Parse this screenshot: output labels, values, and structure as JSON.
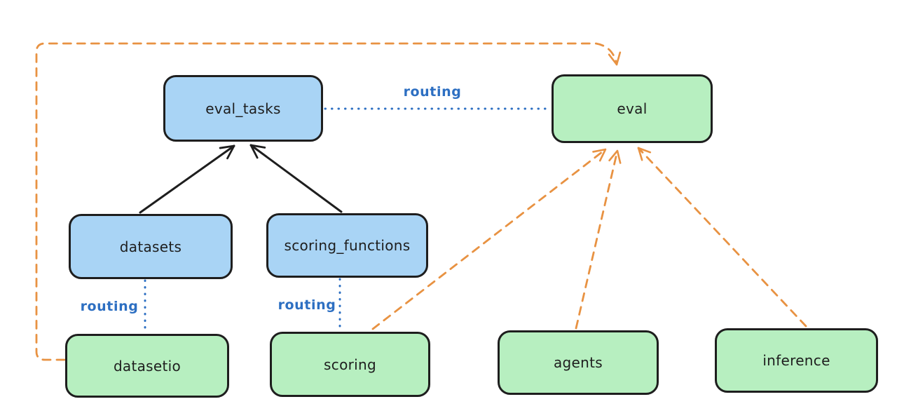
{
  "diagram": {
    "kind": "architecture-diagram",
    "background_color": "#ffffff",
    "colors": {
      "api_node_fill": "#a9d4f5",
      "provider_node_fill": "#b7efc0",
      "node_stroke": "#1e1e1e",
      "solid_arrow": "#1e1e1e",
      "dashed_arrow": "#e89242",
      "routing_line": "#2d6fc2",
      "routing_label": "#2d6fc2"
    },
    "nodes": [
      {
        "id": "eval_tasks",
        "label": "eval_tasks",
        "fill": "blue"
      },
      {
        "id": "eval",
        "label": "eval",
        "fill": "green"
      },
      {
        "id": "datasets",
        "label": "datasets",
        "fill": "blue"
      },
      {
        "id": "scoring_functions",
        "label": "scoring_functions",
        "fill": "blue"
      },
      {
        "id": "datasetio",
        "label": "datasetio",
        "fill": "green"
      },
      {
        "id": "scoring",
        "label": "scoring",
        "fill": "green"
      },
      {
        "id": "agents",
        "label": "agents",
        "fill": "green"
      },
      {
        "id": "inference",
        "label": "inference",
        "fill": "green"
      }
    ],
    "edges": [
      {
        "from": "datasets",
        "to": "eval_tasks",
        "style": "solid-black-arrow",
        "label": ""
      },
      {
        "from": "scoring_functions",
        "to": "eval_tasks",
        "style": "solid-black-arrow",
        "label": ""
      },
      {
        "from": "eval_tasks",
        "to": "eval",
        "style": "blue-dotted",
        "label": "routing"
      },
      {
        "from": "datasets",
        "to": "datasetio",
        "style": "blue-dotted",
        "label": "routing"
      },
      {
        "from": "scoring_functions",
        "to": "scoring",
        "style": "blue-dotted",
        "label": "routing"
      },
      {
        "from": "datasetio",
        "to": "eval",
        "style": "orange-dashed-arrow",
        "label": ""
      },
      {
        "from": "scoring",
        "to": "eval",
        "style": "orange-dashed-arrow",
        "label": ""
      },
      {
        "from": "agents",
        "to": "eval",
        "style": "orange-dashed-arrow",
        "label": ""
      },
      {
        "from": "inference",
        "to": "eval",
        "style": "orange-dashed-arrow",
        "label": ""
      }
    ]
  }
}
